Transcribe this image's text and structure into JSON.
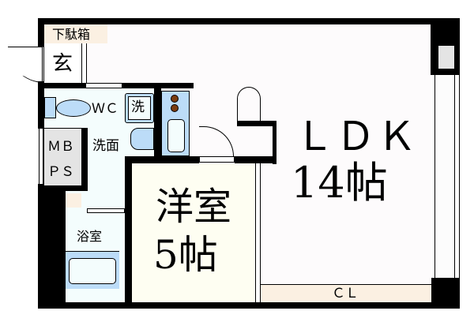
{
  "rooms": {
    "ldk": {
      "name": "ＬＤＫ",
      "size": "14帖"
    },
    "western": {
      "name": "洋室",
      "size": "5帖"
    },
    "bath": {
      "name": "浴室"
    },
    "washroom": {
      "name": "洗面"
    },
    "toilet": {
      "name": "ＷＣ"
    },
    "washer": {
      "name": "洗"
    },
    "entrance": {
      "name": "玄"
    },
    "shoe_box": {
      "name": "下駄箱"
    },
    "mbps": {
      "line1": "ＭＢ",
      "line2": "ＰＳ"
    },
    "closet": {
      "name": "ＣＬ"
    }
  },
  "colors": {
    "ldk": "#fdfbfc",
    "western": "#fefef2",
    "wet": "#f4fdfd",
    "fixture": "#bcdcf8",
    "storage": "#fbf0e2",
    "mbps": "#e4e4e4",
    "stove": "#7a3c10"
  }
}
